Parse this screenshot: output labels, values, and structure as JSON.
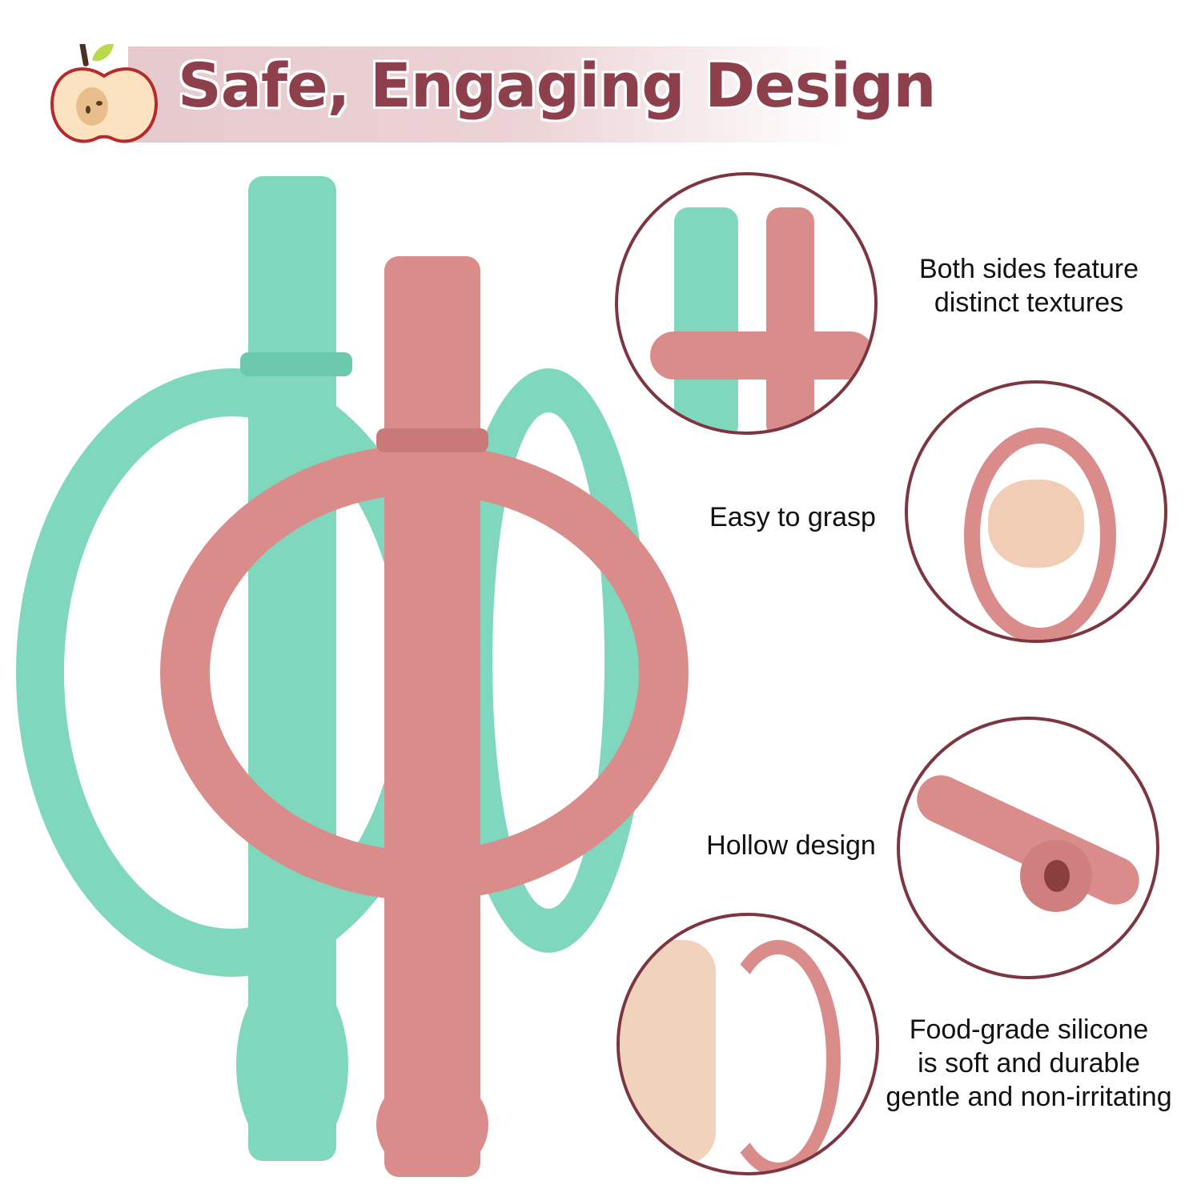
{
  "header": {
    "title": "Safe, Engaging Design",
    "icon": "apple-icon"
  },
  "colors": {
    "title": "#8e3f4c",
    "banner": "#e6c9cd",
    "circle_border": "#7d3640",
    "green_teether": "#7fd7bd",
    "pink_teether": "#d98c8a"
  },
  "features": [
    {
      "label_line1": "Both sides feature",
      "label_line2": "distinct textures"
    },
    {
      "label_line1": "Easy to grasp",
      "label_line2": ""
    },
    {
      "label_line1": "Hollow design",
      "label_line2": ""
    },
    {
      "label_line1": "Food-grade silicone",
      "label_line2": "is soft and durable",
      "label_line3": "gentle and non-irritating"
    }
  ]
}
